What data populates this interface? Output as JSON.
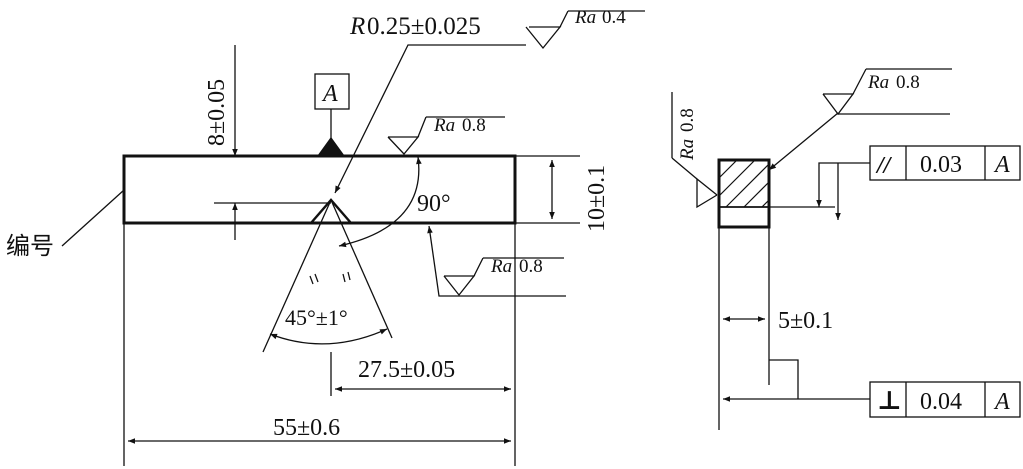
{
  "part_label": "编号",
  "datum_label": "A",
  "dims": {
    "radius_prefix": "R",
    "radius_value": "0.25±0.025",
    "depth": "8±0.05",
    "height": "10±0.1",
    "angle_90": "90°",
    "notch_angle": "45°±1°",
    "half_length": "27.5±0.05",
    "length": "55±0.6",
    "thickness": "5±0.1"
  },
  "roughness": {
    "symbol_text": "Ra",
    "notch_value": "0.4",
    "top_value": "0.8",
    "bottom_value": "0.8",
    "side_value": "0.8",
    "end_value": "0.8"
  },
  "tolerances": {
    "parallel": {
      "symbol": "//",
      "value": "0.03",
      "datum": "A"
    },
    "perpendicular": {
      "symbol": "⊥",
      "value": "0.04",
      "datum": "A"
    }
  },
  "equal_marks": "=",
  "colors": {
    "ink": "#111111",
    "background": "#ffffff"
  }
}
